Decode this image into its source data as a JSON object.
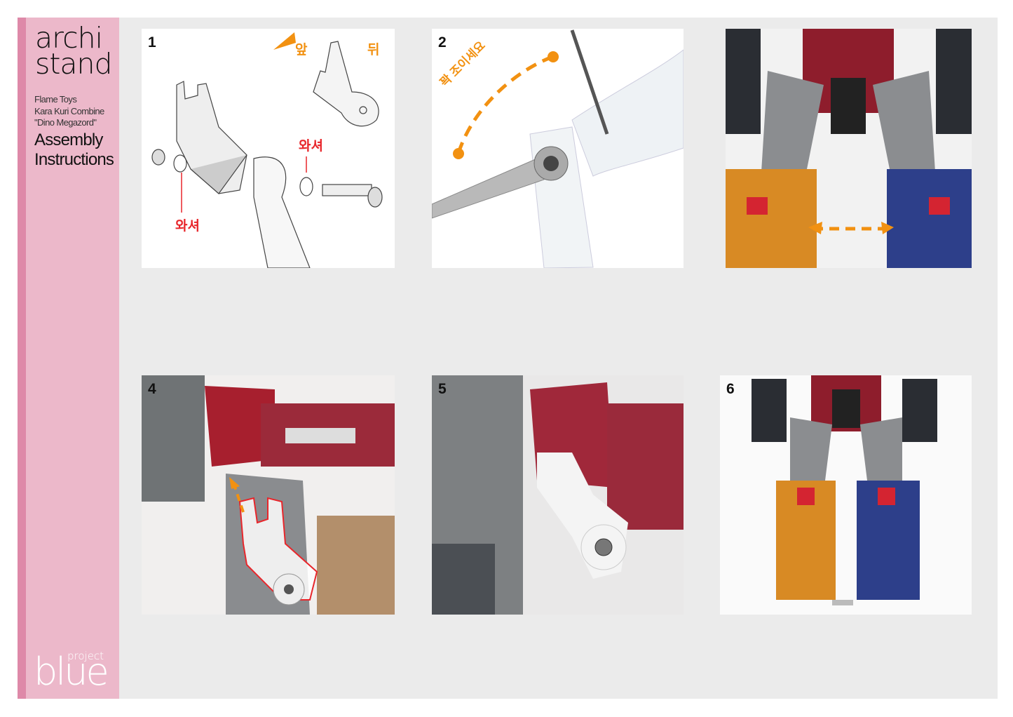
{
  "sidebar": {
    "brand_line1": "archi",
    "brand_line2": "stand",
    "subtitle": [
      "Flame Toys",
      "Kara Kuri Combine",
      "\"Dino Megazord\""
    ],
    "title_line1": "Assembly",
    "title_line2": "Instructions",
    "logo_small": "project",
    "logo_big": "blue"
  },
  "colors": {
    "sidebar": "#ecb8ca",
    "strip": "#de89a8",
    "accent_orange": "#f29111",
    "accent_red": "#e8262b",
    "background": "#ebebeb"
  },
  "steps": [
    {
      "number": "1",
      "labels": {
        "front": "앞",
        "back": "뒤",
        "washer_top": "와셔",
        "washer_bottom": "와셔"
      }
    },
    {
      "number": "2",
      "labels": {
        "tighten": "꽉 조이세요"
      }
    },
    {
      "number": ""
    },
    {
      "number": "4"
    },
    {
      "number": "5"
    },
    {
      "number": "6"
    }
  ]
}
